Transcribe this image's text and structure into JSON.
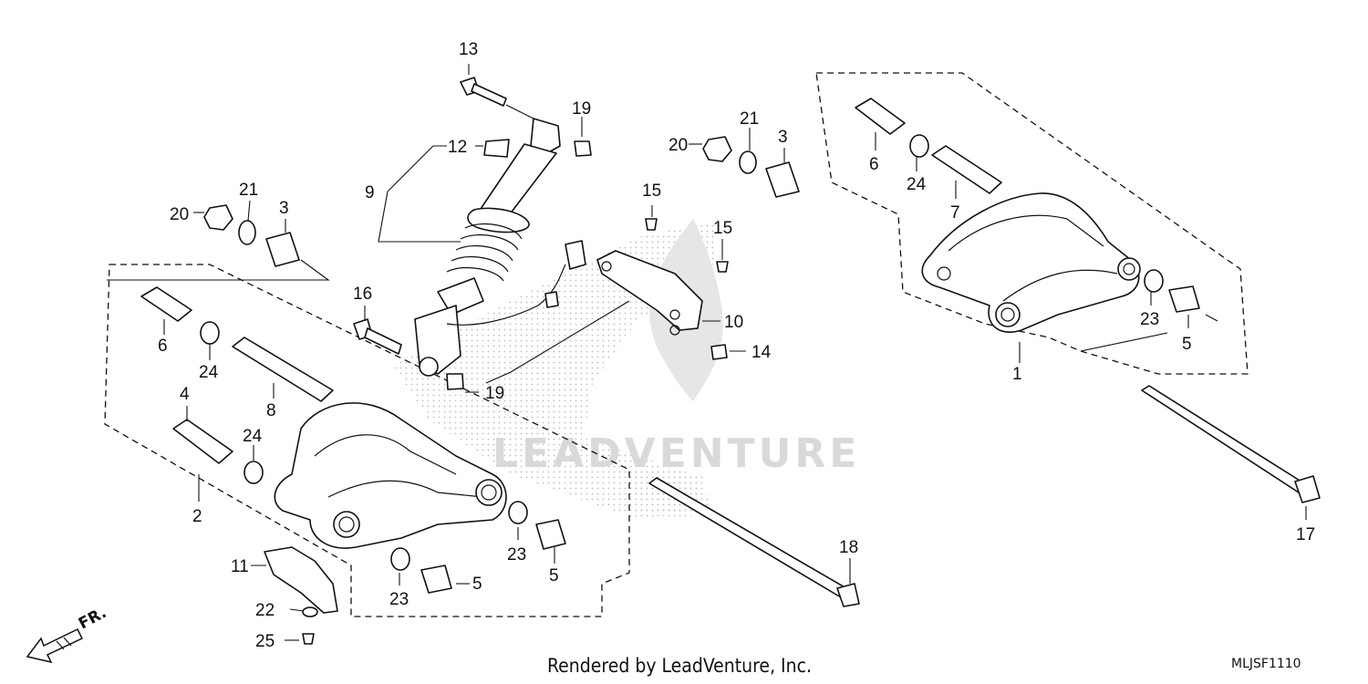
{
  "diagram": {
    "watermark": "LEADVENTURE",
    "direction_label": "FR.",
    "footer_text": "Rendered by LeadVenture, Inc.",
    "diagram_code": "MLJSF1110",
    "callouts": [
      "1",
      "2",
      "3",
      "3",
      "4",
      "5",
      "5",
      "5",
      "6",
      "6",
      "7",
      "8",
      "9",
      "10",
      "11",
      "12",
      "13",
      "14",
      "15",
      "15",
      "16",
      "17",
      "18",
      "19",
      "19",
      "20",
      "20",
      "21",
      "21",
      "22",
      "23",
      "23",
      "23",
      "24",
      "24",
      "24",
      "25"
    ]
  }
}
